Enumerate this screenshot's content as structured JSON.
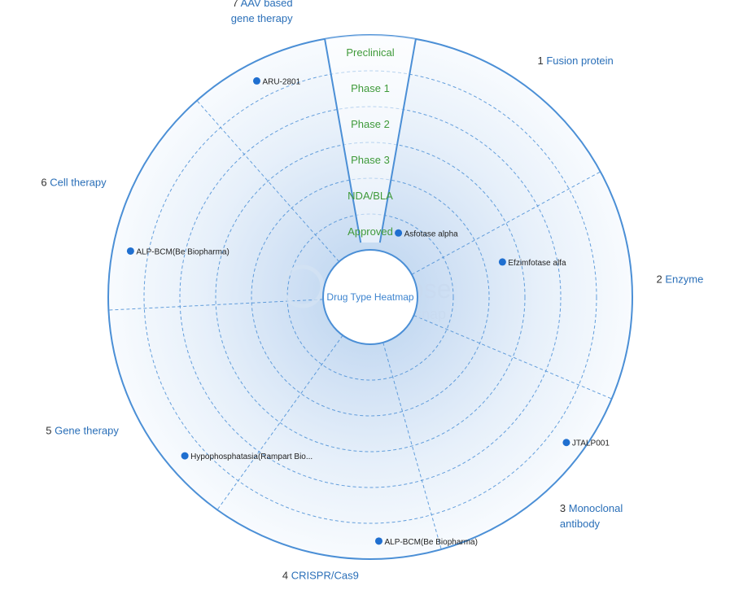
{
  "chart_data": {
    "type": "radar-heatmap",
    "center_label": "Drug Type Heatmap",
    "phases": [
      "Preclinical",
      "Phase 1",
      "Phase 2",
      "Phase 3",
      "NDA/BLA",
      "Approved"
    ],
    "categories": [
      {
        "number": "1",
        "name": "Fusion protein"
      },
      {
        "number": "2",
        "name": "Enzyme"
      },
      {
        "number": "3",
        "name": "Monoclonal antibody"
      },
      {
        "number": "4",
        "name": "CRISPR/Cas9"
      },
      {
        "number": "5",
        "name": "Gene therapy"
      },
      {
        "number": "6",
        "name": "Cell therapy"
      },
      {
        "number": "7",
        "name": "AAV based gene therapy"
      }
    ],
    "drugs": [
      {
        "name": "Asfotase alpha",
        "category": "Fusion protein",
        "phase": "Approved"
      },
      {
        "name": "Efzimfotase alfa",
        "category": "Enzyme",
        "phase": "Phase 3"
      },
      {
        "name": "JTALP001",
        "category": "Monoclonal antibody",
        "phase": "Preclinical"
      },
      {
        "name": "ALP-BCM(Be Biopharma)",
        "category": "CRISPR/Cas9",
        "phase": "Preclinical"
      },
      {
        "name": "Hypophosphatasia(Rampart Bio...",
        "category": "Gene therapy",
        "phase": "Preclinical"
      },
      {
        "name": "ALP-BCM(Be Biopharma)",
        "category": "Cell therapy",
        "phase": "Preclinical"
      },
      {
        "name": "ARU-2801",
        "category": "AAV based gene therapy",
        "phase": "Preclinical"
      }
    ],
    "watermark": {
      "line1": "Synapse",
      "line2": "by patsnap"
    },
    "colors": {
      "accent": "#2a6fb8",
      "phase_label": "#3f9a3a",
      "point": "#1f6fd0",
      "ring_line": "#4b8fd6"
    }
  }
}
